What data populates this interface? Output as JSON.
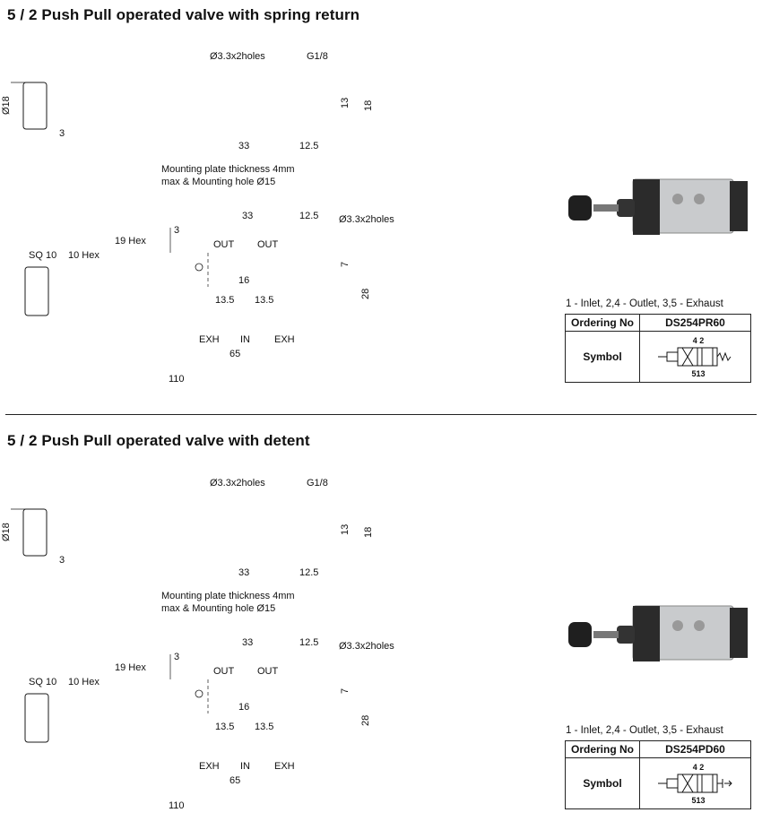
{
  "sections": [
    {
      "title": "5 / 2 Push Pull operated valve with spring return",
      "ordering_label": "Ordering No",
      "ordering_no": "DS254PR60",
      "symbol_label": "Symbol",
      "port_legend": "1 - Inlet,  2,4 - Outlet,  3,5 - Exhaust",
      "symbol_top_ports": "4 2",
      "symbol_bottom_ports": "513",
      "symbol_return": "spring",
      "top_view": {
        "dia_knob": "Ø18",
        "dim_3": "3",
        "holes": "Ø3.3x2holes",
        "thread": "G1/8",
        "dim_13": "13",
        "dim_18": "18",
        "dim_33": "33",
        "dim_12_5": "12.5",
        "note_line1": "Mounting plate thickness 4mm",
        "note_line2": "max & Mounting hole Ø15"
      },
      "side_view": {
        "dim_3": "3",
        "dim_33": "33",
        "dim_12_5": "12.5",
        "holes": "Ø3.3x2holes",
        "sq": "SQ 10",
        "hex10": "10 Hex",
        "hex19": "19 Hex",
        "out_a": "OUT",
        "out_b": "OUT",
        "dim_7": "7",
        "dim_16": "16",
        "dim_28": "28",
        "dim_13_5_a": "13.5",
        "dim_13_5_b": "13.5",
        "exh_a": "EXH",
        "in": "IN",
        "exh_b": "EXH",
        "dim_65": "65",
        "dim_110": "110"
      }
    },
    {
      "title": "5 / 2 Push Pull operated valve with detent",
      "ordering_label": "Ordering No",
      "ordering_no": "DS254PD60",
      "symbol_label": "Symbol",
      "port_legend": "1 - Inlet,  2,4 - Outlet,  3,5 - Exhaust",
      "symbol_top_ports": "4 2",
      "symbol_bottom_ports": "513",
      "symbol_return": "detent",
      "top_view": {
        "dia_knob": "Ø18",
        "dim_3": "3",
        "holes": "Ø3.3x2holes",
        "thread": "G1/8",
        "dim_13": "13",
        "dim_18": "18",
        "dim_33": "33",
        "dim_12_5": "12.5",
        "note_line1": "Mounting plate thickness 4mm",
        "note_line2": "max & Mounting hole Ø15"
      },
      "side_view": {
        "dim_3": "3",
        "dim_33": "33",
        "dim_12_5": "12.5",
        "holes": "Ø3.3x2holes",
        "sq": "SQ 10",
        "hex10": "10 Hex",
        "hex19": "19 Hex",
        "out_a": "OUT",
        "out_b": "OUT",
        "dim_7": "7",
        "dim_16": "16",
        "dim_28": "28",
        "dim_13_5_a": "13.5",
        "dim_13_5_b": "13.5",
        "exh_a": "EXH",
        "in": "IN",
        "exh_b": "EXH",
        "dim_65": "65",
        "dim_110": "110"
      }
    }
  ],
  "colors": {
    "line": "#1a1a1a",
    "valve_body": "#c9cbcd",
    "actuator": "#2b2b2b"
  }
}
